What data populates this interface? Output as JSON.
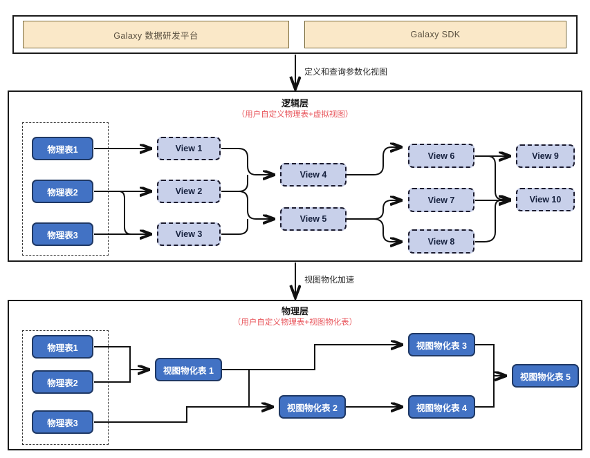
{
  "diagram": {
    "title_top_row": {
      "boxes": [
        {
          "label": "Galaxy 数据研发平台"
        },
        {
          "label": "Galaxy SDK"
        }
      ]
    },
    "connectors": [
      {
        "label": "定义和查询参数化视图"
      },
      {
        "label": "视图物化加速"
      }
    ],
    "logical_layer": {
      "title": "逻辑层",
      "subtitle": "（用户自定义物理表+虚拟视图）",
      "source_tables": [
        {
          "label": "物理表1"
        },
        {
          "label": "物理表2"
        },
        {
          "label": "物理表3"
        }
      ],
      "views_col1": [
        {
          "label": "View 1"
        },
        {
          "label": "View 2"
        },
        {
          "label": "View 3"
        }
      ],
      "views_col2": [
        {
          "label": "View 4"
        },
        {
          "label": "View 5"
        }
      ],
      "views_col3": [
        {
          "label": "View 6"
        },
        {
          "label": "View 7"
        },
        {
          "label": "View 8"
        }
      ],
      "views_col4": [
        {
          "label": "View 9"
        },
        {
          "label": "View 10"
        }
      ]
    },
    "physical_layer": {
      "title": "物理层",
      "subtitle": "（用户自定义物理表+视图物化表）",
      "source_tables": [
        {
          "label": "物理表1"
        },
        {
          "label": "物理表2"
        },
        {
          "label": "物理表3"
        }
      ],
      "mv_col1": [
        {
          "label": "视图物化表 1"
        },
        {
          "label": "视图物化表 2"
        }
      ],
      "mv_col2": [
        {
          "label": "视图物化表 3"
        },
        {
          "label": "视图物化表 4"
        }
      ],
      "mv_col3": [
        {
          "label": "视图物化表 5"
        }
      ]
    },
    "colors": {
      "app_box_fill": "#fae8c8",
      "app_box_border": "#7a6a3a",
      "solid_node_fill": "#4272c4",
      "solid_node_border": "#1f3864",
      "dashed_node_fill": "#c8d0ea",
      "dashed_node_border": "#1a1a2e",
      "subtitle_red": "#e8545a",
      "panel_border": "#1a1a1a"
    }
  }
}
